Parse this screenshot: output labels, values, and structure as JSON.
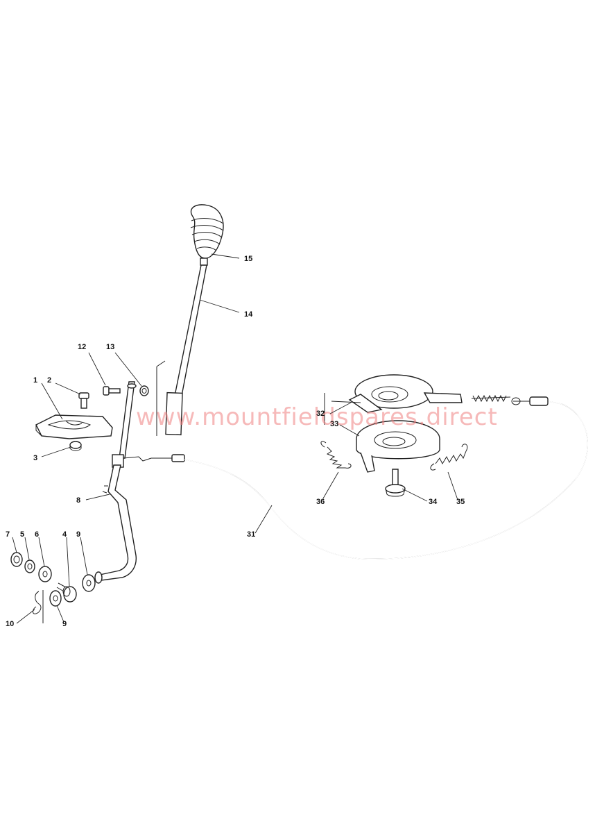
{
  "watermark": "www.mountfieldspares.direct",
  "labels": {
    "p1": "1",
    "p2": "2",
    "p3": "3",
    "p4": "4",
    "p5": "5",
    "p6": "6",
    "p7": "7",
    "p8": "8",
    "p9a": "9",
    "p9b": "9",
    "p10": "10",
    "p12": "12",
    "p13": "13",
    "p14": "14",
    "p15": "15",
    "p31": "31",
    "p32": "32",
    "p33": "33",
    "p34": "34",
    "p35": "35",
    "p36": "36"
  },
  "colors": {
    "ink": "#222222",
    "watermark": "#f08080",
    "background": "#ffffff"
  }
}
